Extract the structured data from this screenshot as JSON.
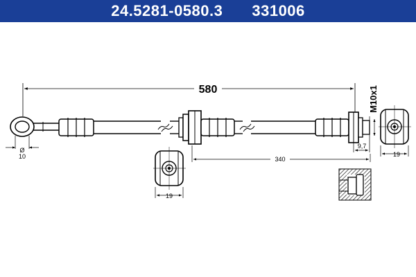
{
  "header": {
    "part_number": "24.5281-0580.3",
    "ref_number": "331006",
    "background": "#1a3f97",
    "text_color": "#ffffff"
  },
  "drawing": {
    "overall_length": "580",
    "hose_section_length": "340",
    "thread_spec": "M10x1",
    "fitting_length": "9,7",
    "hex_width_end": "19",
    "hex_width_middle": "19",
    "banjo_diameter_symbol": "Ø",
    "banjo_diameter": "10"
  }
}
